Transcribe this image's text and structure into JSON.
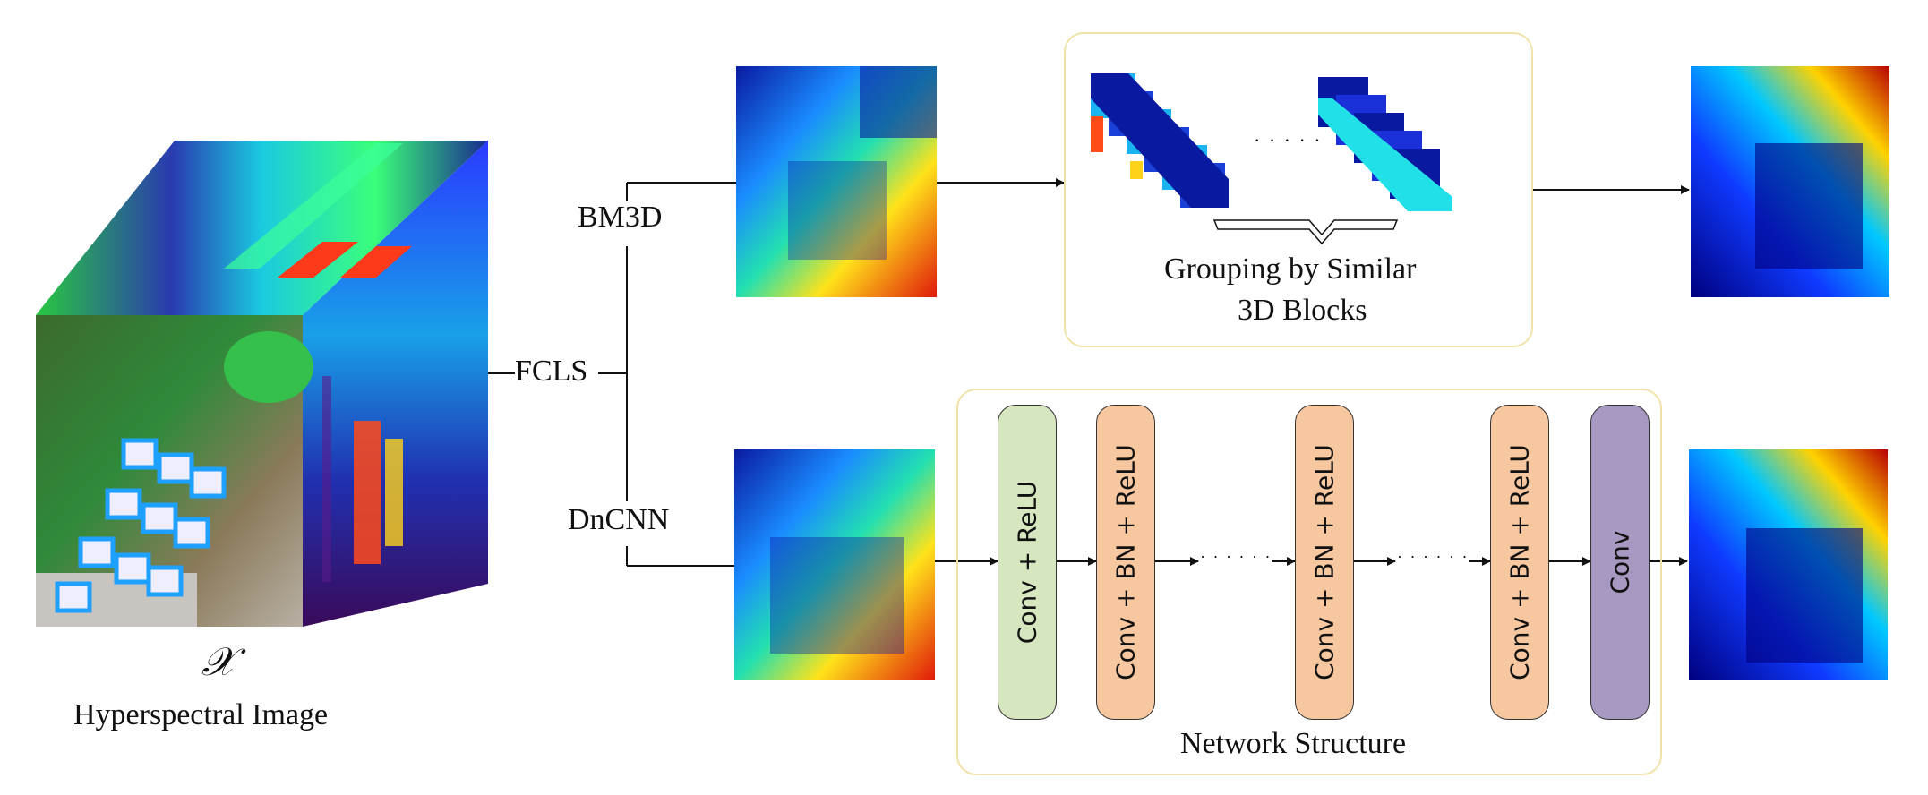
{
  "hsi": {
    "symbol": "𝒳",
    "caption": "Hyperspectral Image"
  },
  "labels": {
    "fcls": "FCLS",
    "bm3d": "BM3D",
    "dncnn": "DnCNN"
  },
  "bm3d_box": {
    "line1": "Grouping by Similar",
    "line2": "3D Blocks",
    "dots": "· · · · ·"
  },
  "network": {
    "title": "Network Structure",
    "layers": [
      {
        "label": "Conv + ReLU",
        "color": "#d6e6bf"
      },
      {
        "label": "Conv + BN + ReLU",
        "color": "#f7c7a0"
      },
      {
        "label": "Conv + BN + ReLU",
        "color": "#f7c7a0"
      },
      {
        "label": "Conv + BN + ReLU",
        "color": "#f7c7a0"
      },
      {
        "label": "Conv",
        "color": "#a799c1"
      }
    ],
    "dots": "· · · · · ·"
  },
  "colors": {
    "box_border": "#f2e2a8",
    "line": "#111111"
  }
}
